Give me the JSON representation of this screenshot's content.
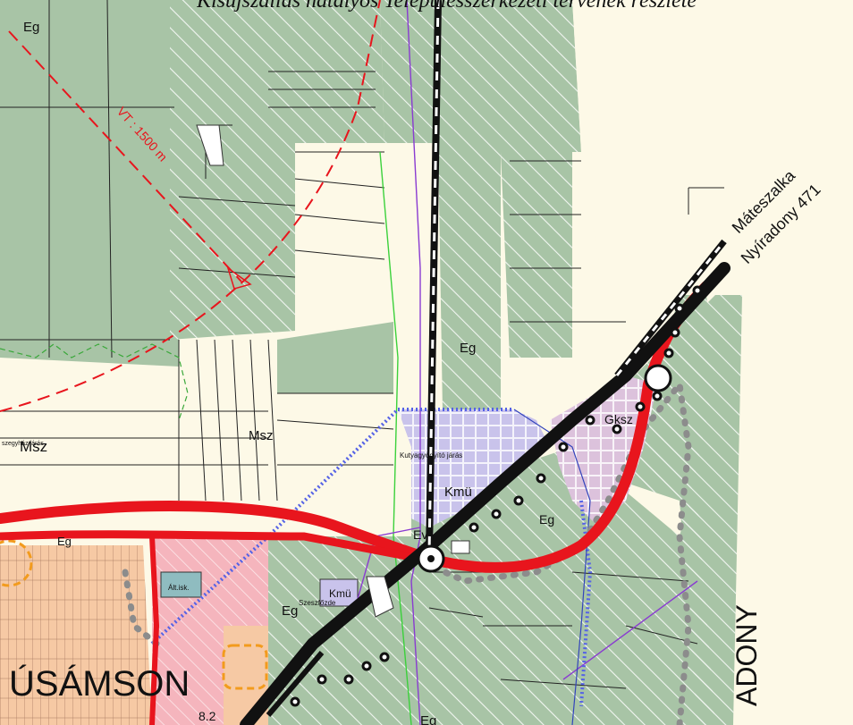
{
  "title": "Kisújszállás hatályos Településszerkezeti tervének részlete",
  "labels": {
    "eg_top_left": "Eg",
    "eg_mid": "Eg",
    "eg_small": "Eg",
    "eg_lower": "Eg",
    "eg_bottom": "Eg",
    "eg_west": "Eg",
    "msz_left": "Msz",
    "msz_mid": "Msz",
    "kmu_main": "Kmü",
    "kmu_small": "Kmü",
    "gksz": "Gksz",
    "ev": "Ev",
    "vt": "VT : 1500 m",
    "town": "ÚSÁMSON",
    "nyiradony": "ADONY",
    "route_line1": "Máteszalka",
    "route_line2": "Nyíradony 471",
    "kmu_small_text": "Kutyagyógyító járás",
    "szesz": "Szeszfőzde",
    "school": "Ált.isk.",
    "msz_small": "szegyház járás",
    "number": "8.2"
  },
  "colors": {
    "agri_green": "#a8c4a6",
    "residential_cream": "#fdf9e7",
    "town_salmon": "#f6c9a4",
    "pink": "#f5b5bd",
    "kmu_lavender": "#c9c3eb",
    "gksz_purple": "#dcc2dc",
    "main_road_red": "#e8151d",
    "railway_black": "#111111",
    "boundary_grey": "#8c8c8c",
    "planned_blue": "#5562e6"
  }
}
